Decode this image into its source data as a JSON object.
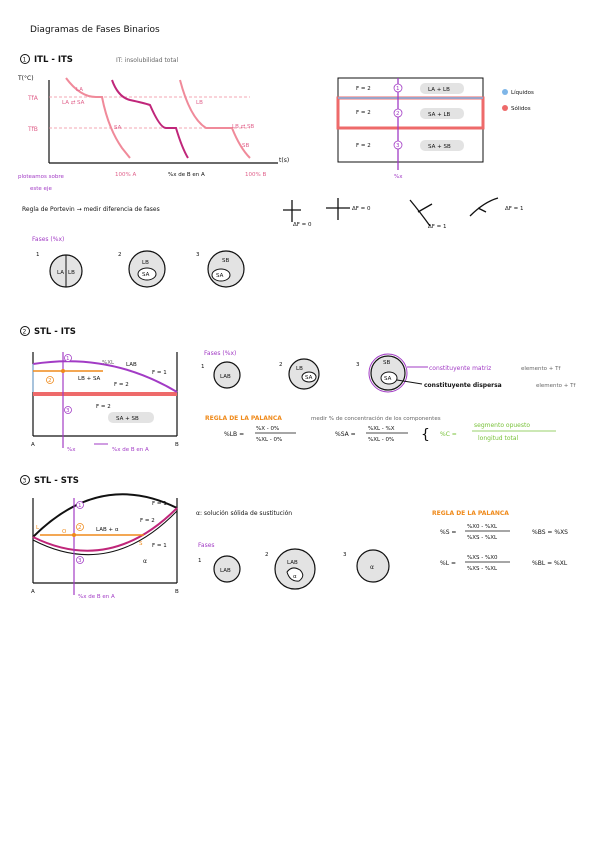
{
  "title": "Diagramas de Fases Binarios",
  "colors": {
    "pink": "#f08a9a",
    "pink_dark": "#e0485e",
    "magenta": "#c0267a",
    "purple": "#a23bc5",
    "orange": "#ef8a1b",
    "green": "#79c23a",
    "grey_fill": "#e3e3e3",
    "legend_liquid": "#7fb6e8",
    "legend_solid": "#ee6a6a"
  },
  "s1": {
    "num": "1",
    "title": "ITL - ITS",
    "subtitle": "IT: insolubilidad total",
    "yaxis": "T(°C)",
    "xaxis": "t(s)",
    "tfa": "TfA",
    "tfb": "TfB",
    "curve_labels": {
      "la1": "LA",
      "la_sa": "LA ⇄ SA",
      "sa": "SA",
      "lb": "LB",
      "lb_sb": "LB ⇄ SB",
      "sb": "SB"
    },
    "bottom": {
      "ploteamos": "ploteamos sobre",
      "este_eje": "este eje",
      "a100": "100% A",
      "xb": "%x de B en A",
      "b100": "100% B"
    },
    "box": {
      "f2_top": "F = 2",
      "f2_mid": "F = 2",
      "f2_bot": "F = 2",
      "n1": "1",
      "n2": "2",
      "n3": "3",
      "p1": "LA + LB",
      "p2": "SA + LB",
      "p3": "SA + SB",
      "x_label": "%x"
    },
    "legend": {
      "liquid": "Líquidos",
      "solid": "Sólidos"
    },
    "regla": "Regla de Portevin → medir diferencia de fases",
    "df_labels": [
      "ΔF = 0",
      "ΔF = 0",
      "ΔF = 1",
      "ΔF = 1"
    ],
    "fases_title": "Fases (%x)",
    "circles": {
      "n1": "1",
      "n2": "2",
      "n3": "3",
      "c1_left": "LA",
      "c1_right": "LB",
      "c2_outer": "LB",
      "c2_inner": "SA",
      "c3_outer": "SB",
      "c3_inner": "SA"
    }
  },
  "s2": {
    "num": "2",
    "title": "STL - ITS",
    "liq": "%XL",
    "lab": "LAB",
    "lab_sa": "LB + SA",
    "f1": "F = 1",
    "f2a": "F = 2",
    "f2b": "F = 2",
    "sa_sb": "SA + SB",
    "n1": "1",
    "n2": "2",
    "n3": "3",
    "axis_a": "A",
    "axis_b": "B",
    "x": "%x",
    "xb": "%x de B en A",
    "fases_title": "Fases (%x)",
    "circles": {
      "n1": "1",
      "n2": "2",
      "n3": "3",
      "c1": "LAB",
      "c2_outer": "LB",
      "c2_inner": "SA",
      "c3_outer": "SB",
      "c3_inner": "SA"
    },
    "matriz": "constituyente matriz",
    "matriz_note": "elemento + Tf",
    "dispersa": "constituyente dispersa",
    "dispersa_note": "elemento + Tf",
    "palanca_title": "REGLA DE LA PALANCA",
    "palanca_note": "medir % de concentración de los componentes",
    "f_lb_lhs": "%LB =",
    "f_lb_num": "%X - 0%",
    "f_lb_den": "%XL - 0%",
    "f_sa_lhs": "%SA =",
    "f_sa_num": "%XL - %X",
    "f_sa_den": "%XL - 0%",
    "f_c_lhs": "%C =",
    "f_c_num": "segmento opuesto",
    "f_c_den": "longitud total"
  },
  "s3": {
    "num": "3",
    "title": "STL - STS",
    "f1a": "F = 1",
    "f2": "F = 2",
    "f1b": "F = 1",
    "lab_alpha": "LAB + α",
    "alpha": "α",
    "n1": "1",
    "n2": "2",
    "n3": "3",
    "l": "L",
    "o": "O",
    "s": "S",
    "axis_a": "A",
    "axis_b": "B",
    "xb": "%x de B en A",
    "alpha_note": "α: solución sólida de sustitución",
    "fases_title": "Fases",
    "circles": {
      "n1": "1",
      "n2": "2",
      "n3": "3",
      "c1": "LAB",
      "c2_outer": "LAB",
      "c2_inner": "α",
      "c3": "α"
    },
    "palanca_title": "REGLA DE LA PALANCA",
    "f_s_lhs": "%S =",
    "f_s_num": "%X0 - %XL",
    "f_s_den": "%XS - %XL",
    "f_bs": "%BS = %XS",
    "f_l_lhs": "%L =",
    "f_l_num": "%XS - %X0",
    "f_l_den": "%XS - %XL",
    "f_bl": "%BL = %XL"
  }
}
